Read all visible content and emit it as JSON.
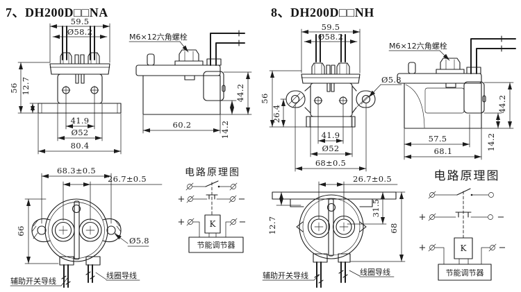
{
  "page": {
    "background": "#ffffff",
    "ink": "#1c1c1c"
  },
  "sections": {
    "na": {
      "title": "7、DH200D□□NA",
      "front": {
        "width_top": "59.5",
        "dia_top": "Ø58.2",
        "height": "56",
        "base_thickness": "12.7",
        "screw_span": "41.9",
        "body_dia": "Ø52",
        "base_width": "80.4"
      },
      "side": {
        "bolt_label": "M6×12六角螺栓",
        "height": "44.2",
        "step_height": "14.2",
        "width": "60.2"
      },
      "bottom": {
        "mount_span": "68.3±0.5",
        "terminal_span": "26.7±0.5",
        "height": "66",
        "hole_dia": "Ø5.8",
        "aux_label": "辅助开关导线",
        "coil_label": "线圈导线"
      },
      "circuit": {
        "title": "电路原理图",
        "plus": "+",
        "minus": "−",
        "coil": "K",
        "regulator": "节能调节器"
      }
    },
    "nh": {
      "title": "8、DH200D□□NH",
      "front": {
        "width_top": "59.5",
        "dia_top": "Ø58.2",
        "height": "56",
        "ear_offset": "26.4",
        "hole_dia": "Ø5.8",
        "screw_span": "41.9",
        "body_dia": "Ø52",
        "mount_span": "68±0.5"
      },
      "side": {
        "bolt_label": "M6×12六角螺栓",
        "height": "44.2",
        "step_height": "14.2",
        "inner_width": "57.5",
        "width": "68.1"
      },
      "bottom": {
        "terminal_span": "26.7±0.5",
        "flange_offset": "12.7",
        "center_offset": "31.5",
        "height": "68",
        "aux_label": "辅助开关导线",
        "coil_label": "线圈导线"
      },
      "circuit": {
        "title": "电路原理图",
        "plus": "+",
        "minus": "−",
        "coil": "K",
        "regulator": "节能调节器"
      }
    }
  }
}
